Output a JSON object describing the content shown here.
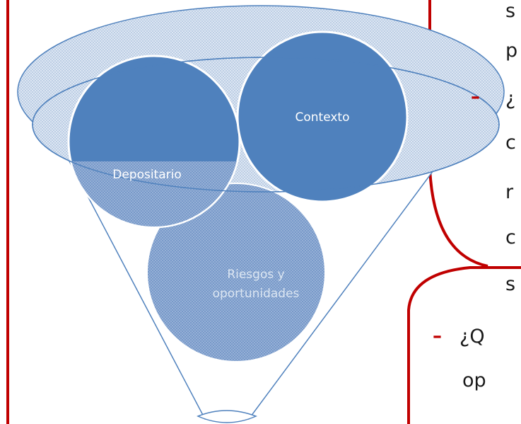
{
  "diagram": {
    "circles": {
      "depositario": "Depositario",
      "contexto": "Contexto",
      "riesgos_line1": "Riesgos y",
      "riesgos_line2": "oportunidades"
    }
  },
  "right_text": {
    "upper_fragments": [
      "s",
      "p",
      "¿",
      "c",
      "r",
      "c",
      "s"
    ],
    "lower_fragments": [
      "¿Q",
      "op"
    ]
  },
  "colors": {
    "frame_red": "#c00000",
    "circle_blue": "#4f81bd",
    "funnel_stroke": "#4f81bd",
    "label_white": "#ffffff"
  }
}
